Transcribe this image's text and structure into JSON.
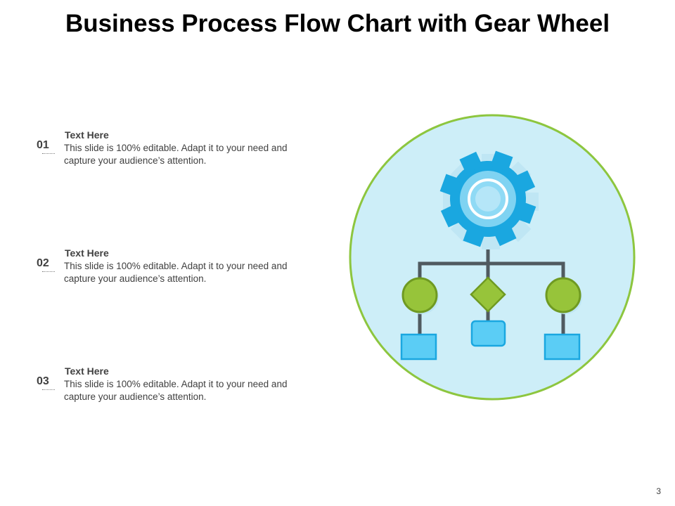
{
  "slide": {
    "title": "Business Process Flow Chart with Gear Wheel",
    "page_number": "3"
  },
  "items": [
    {
      "number": "01",
      "heading": "Text Here",
      "body": "This slide is 100% editable. Adapt it to your need and capture your audience’s attention."
    },
    {
      "number": "02",
      "heading": "Text Here",
      "body": "This slide is 100% editable. Adapt it to your need and capture your audience’s attention."
    },
    {
      "number": "03",
      "heading": "Text Here",
      "body": "This slide is 100% editable. Adapt it to your need and capture your audience’s attention."
    }
  ],
  "diagram": {
    "icons": [
      "gear-icon",
      "circle-node",
      "diamond-node",
      "square-node"
    ],
    "colors": {
      "circle_fill": "#cdeef8",
      "circle_border": "#8dc63f",
      "gear": "#1aa7e0",
      "gear_inner": "#7fd3f2",
      "connector": "#505a60",
      "green_node": "#97c43a",
      "green_border": "#6f9a22",
      "blue_node": "#5bcdf5",
      "blue_border": "#1aa7e0"
    }
  }
}
